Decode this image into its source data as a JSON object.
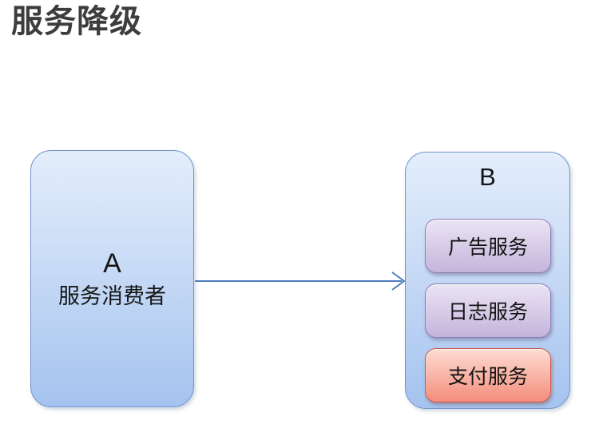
{
  "page": {
    "title": "服务降级"
  },
  "diagram": {
    "consumer": {
      "id": "A",
      "label": "服务消费者"
    },
    "provider": {
      "id": "B",
      "services": [
        {
          "label": "广告服务",
          "type": "normal"
        },
        {
          "label": "日志服务",
          "type": "normal"
        },
        {
          "label": "支付服务",
          "type": "critical"
        }
      ]
    },
    "connection": {
      "from": "A",
      "to": "B"
    },
    "colors": {
      "title_text": "#3d3d3d",
      "box_blue_top": "#e4eefb",
      "box_blue_bottom": "#a5c3ef",
      "box_blue_border": "#6f95cc",
      "service_purple_top": "#ebe5f4",
      "service_purple_bottom": "#c4b4dc",
      "service_purple_border": "#8e7db5",
      "service_red_top": "#fddcd2",
      "service_red_bottom": "#f48d7c",
      "service_red_border": "#c9584c",
      "arrow": "#4d7cbe"
    }
  }
}
